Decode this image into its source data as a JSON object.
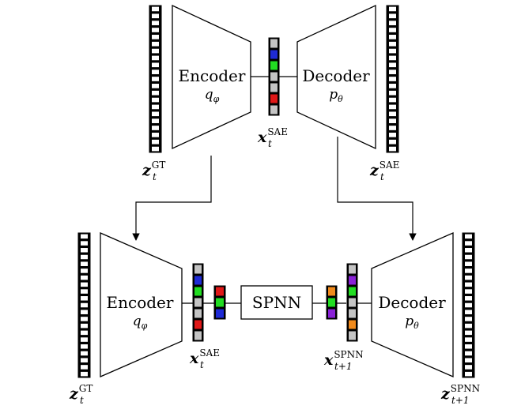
{
  "colors": {
    "blue": "#1f2bd6",
    "green": "#22dd22",
    "red": "#e01818",
    "gray": "#c4c4c4",
    "orange": "#f08a1c",
    "purple": "#8a22d8",
    "white": "#ffffff"
  },
  "top": {
    "encoder": {
      "title": "Encoder",
      "param": "q",
      "param_sub": "φ"
    },
    "decoder": {
      "title": "Decoder",
      "param": "p",
      "param_sub": "θ"
    },
    "latent_label": {
      "base": "x",
      "sub": "t",
      "sup": "SAE"
    },
    "latent_cells": [
      "gray",
      "blue",
      "green",
      "gray",
      "gray",
      "red",
      "gray"
    ],
    "input_label": {
      "base": "z",
      "sub": "t",
      "sup": "GT"
    },
    "output_label": {
      "base": "z",
      "sub": "t",
      "sup": "SAE"
    }
  },
  "bottom": {
    "encoder": {
      "title": "Encoder",
      "param": "q",
      "param_sub": "φ"
    },
    "decoder": {
      "title": "Decoder",
      "param": "p",
      "param_sub": "θ"
    },
    "spnn_label": "SPNN",
    "latent_in_label": {
      "base": "x",
      "sub": "t",
      "sup": "SAE"
    },
    "latent_out_label": {
      "base": "x",
      "sub": "t+1",
      "sup": "SPNN"
    },
    "latent_in_cells": [
      "gray",
      "blue",
      "green",
      "gray",
      "gray",
      "red",
      "gray"
    ],
    "compact_in_cells": [
      "red",
      "green",
      "blue"
    ],
    "compact_out_cells": [
      "orange",
      "green",
      "purple"
    ],
    "latent_out_cells": [
      "gray",
      "purple",
      "green",
      "gray",
      "gray",
      "orange",
      "gray"
    ],
    "input_label": {
      "base": "z",
      "sub": "t",
      "sup": "GT"
    },
    "output_label": {
      "base": "z",
      "sub": "t+1",
      "sup": "SPNN"
    }
  }
}
